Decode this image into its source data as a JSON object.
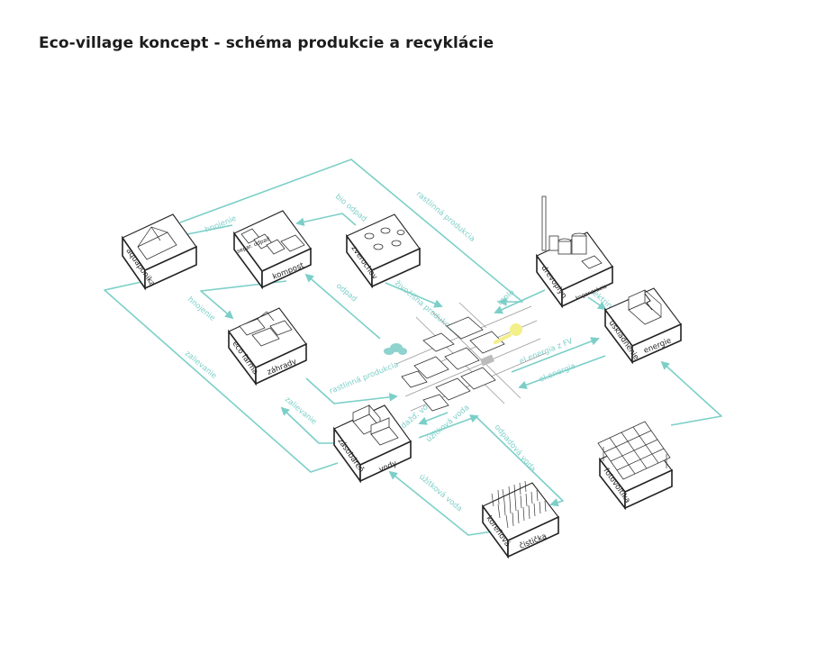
{
  "title": "Eco-village koncept - schéma produkcie a recyklácie",
  "colors": {
    "flow": "#7ccfc8",
    "outline": "#222222",
    "sun": "#f3f08a",
    "cloud": "#8fd3cf"
  },
  "boxes": {
    "aquaponika": {
      "label": "aquaponika"
    },
    "kompost": {
      "label1": "separ. odpad",
      "label2": "kompost"
    },
    "zverochov": {
      "label": "zverochov"
    },
    "drevoplyn": {
      "label1": "drevoplyn",
      "label2": "kogenerácia"
    },
    "uskladnenie": {
      "label1": "uskladnenie",
      "label2": "energie"
    },
    "ecofarma": {
      "label1": "eco farma",
      "label2": "záhrady"
    },
    "zasobaren": {
      "label1": "zásobáreň",
      "label2": "vody"
    },
    "fotovoltika": {
      "label": "fotovoltika"
    },
    "korenova": {
      "label1": "koreňová",
      "label2": "čistička"
    }
  },
  "flows": {
    "hnojenie_top": "hnojenie",
    "bio_odpad": "bio odpad",
    "rastlinna_top": "rastlinná produkcia",
    "odpad": "odpad",
    "zivocisna": "živočíšna produkcia",
    "teplo": "teplo",
    "elektrina": "elektrina",
    "hnojenie_mid": "hnojenie",
    "rastlinna_mid": "rastlinná produkcia",
    "zalievanie_left": "zalievanie",
    "zalievanie_mid": "zalievanie",
    "el_energia_fv": "el.energia z FV",
    "el_energia": "el.energia",
    "dazd_voda": "dažď. voda",
    "uzitkova_voda_1": "úžitková voda",
    "odpadova_voda": "odpadová voda",
    "uzitkova_voda_2": "úžitková voda"
  }
}
